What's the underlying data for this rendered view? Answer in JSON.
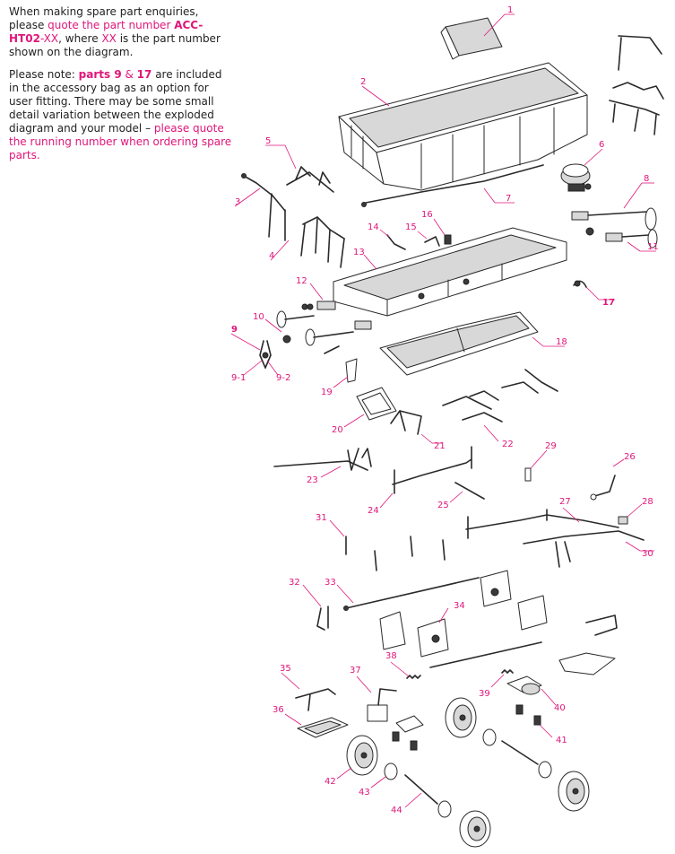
{
  "notes": {
    "p1_a": "When making spare part enquiries, please ",
    "p1_b": "quote the part number ",
    "p1_c": "ACC-HT02",
    "p1_d": "-XX",
    "p1_e": ", where ",
    "p1_f": "XX",
    "p1_g": " is the part number shown on the diagram.",
    "p2_a": "Please note: ",
    "p2_b": "parts 9",
    "p2_c": " & ",
    "p2_d": "17",
    "p2_e": " are included in the accessory bag as an option for user fitting. There may be some small detail variation between the exploded diagram and your model – ",
    "p2_f": "please quote the running number when ordering spare parts."
  },
  "callouts": {
    "c1": "1",
    "c2": "2",
    "c3": "3",
    "c4": "4",
    "c5": "5",
    "c6": "6",
    "c7": "7",
    "c8": "8",
    "c9": "9",
    "c9_1": "9-1",
    "c9_2": "9-2",
    "c10": "10",
    "c11": "11",
    "c12": "12",
    "c13": "13",
    "c14": "14",
    "c15": "15",
    "c16": "16",
    "c17": "17",
    "c18": "18",
    "c19": "19",
    "c20": "20",
    "c21": "21",
    "c22": "22",
    "c23": "23",
    "c24": "24",
    "c25": "25",
    "c26": "26",
    "c27": "27",
    "c28": "28",
    "c29": "29",
    "c30": "30",
    "c31": "31",
    "c32": "32",
    "c33": "33",
    "c34": "34",
    "c35": "35",
    "c36": "36",
    "c37": "37",
    "c38": "38",
    "c39": "39",
    "c40": "40",
    "c41": "41",
    "c42": "42",
    "c43": "43",
    "c44": "44"
  },
  "colors": {
    "accent": "#e0157a",
    "line": "#2a2a2a",
    "text": "#222222"
  }
}
